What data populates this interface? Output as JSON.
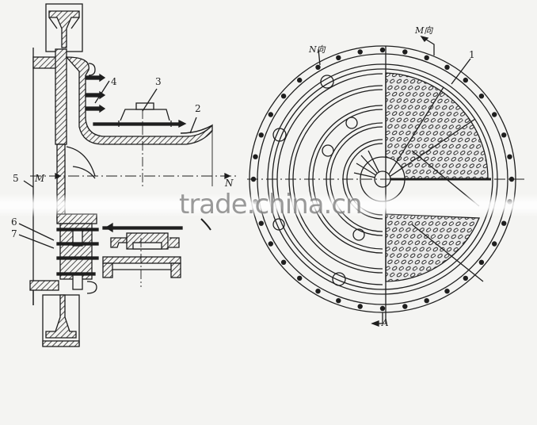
{
  "drawing": {
    "title": "Disc refiner / grinding plate assembly — sectional and face view",
    "colors": {
      "background": "#f4f4f2",
      "ink": "#1e1e1e",
      "watermark": "#787878"
    }
  },
  "section_view": {
    "part_labels": [
      {
        "id": "1",
        "text": "1"
      },
      {
        "id": "2",
        "text": "2"
      },
      {
        "id": "3",
        "text": "3"
      },
      {
        "id": "4",
        "text": "4"
      },
      {
        "id": "5",
        "text": "5"
      },
      {
        "id": "6",
        "text": "6"
      },
      {
        "id": "7",
        "text": "7"
      }
    ],
    "axis_marks": {
      "m": "M",
      "n": "N"
    }
  },
  "face_view": {
    "direction_labels": {
      "n_view": "N向",
      "m_view": "M向",
      "section_a": "A"
    }
  },
  "watermark": {
    "text": "trade.china.cn"
  }
}
